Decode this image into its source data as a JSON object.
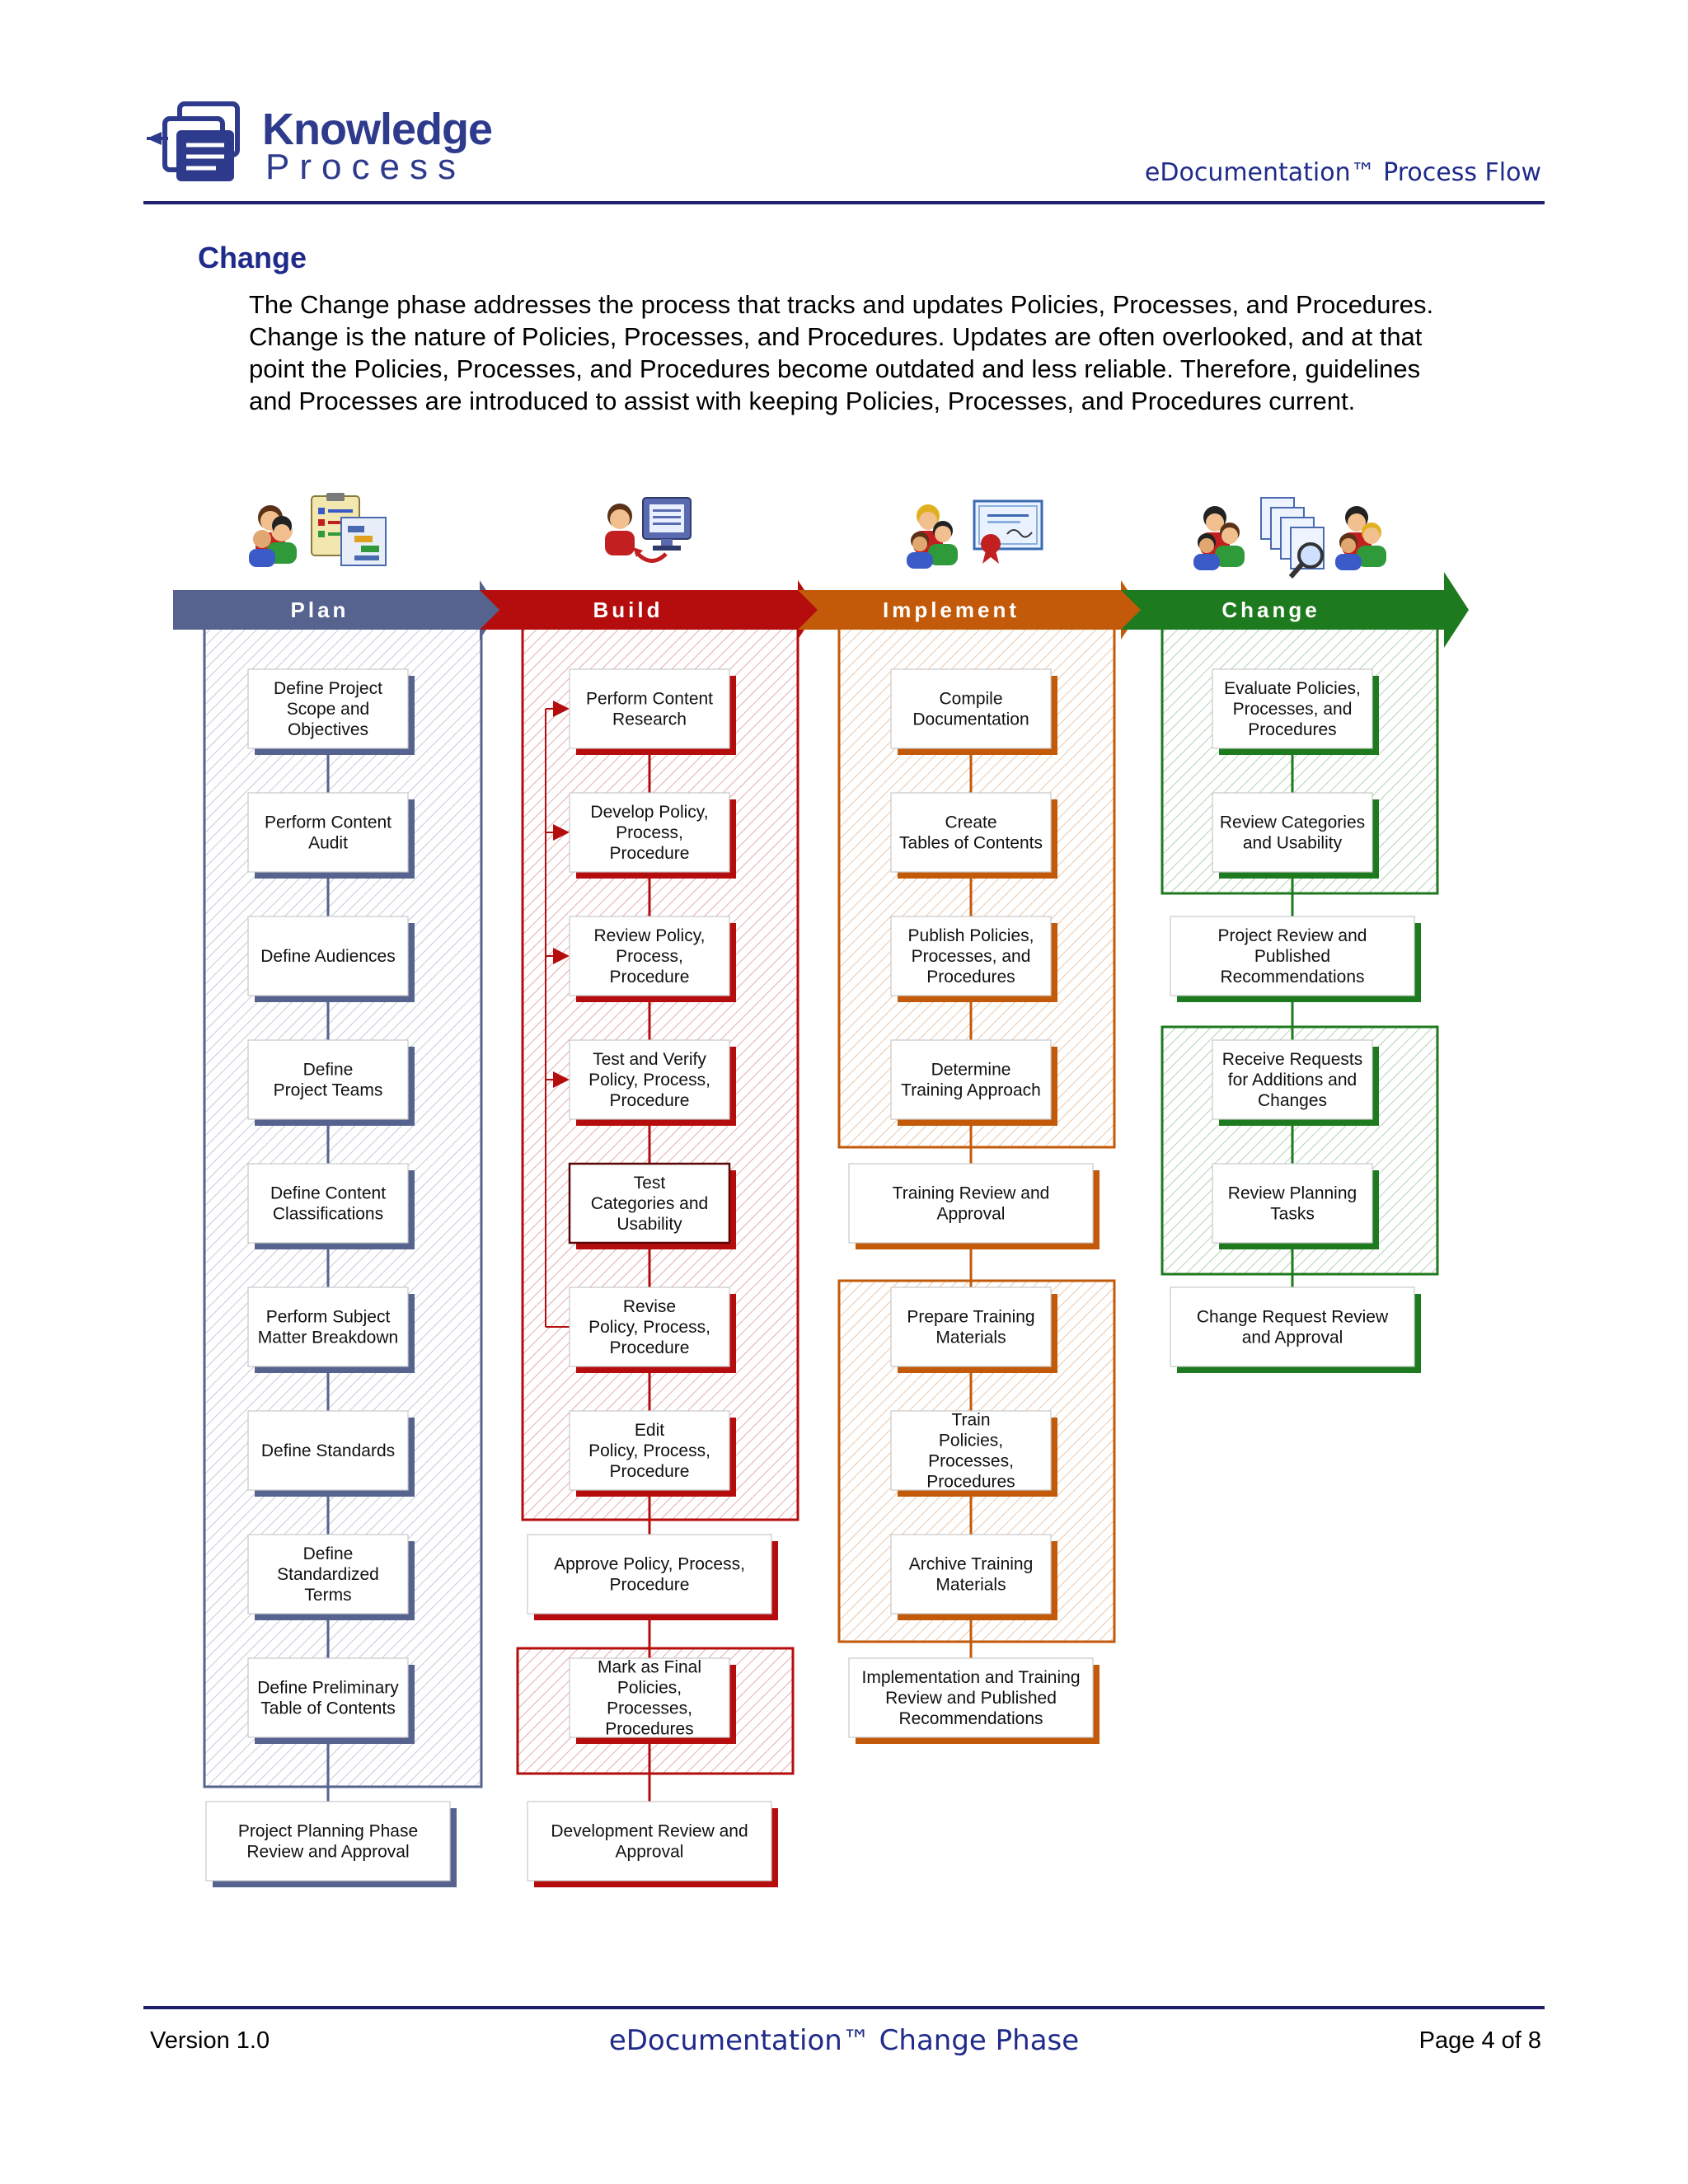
{
  "header": {
    "logo_line1": "Knowledge",
    "logo_line2": "Process",
    "doc_title": "eDocumentation™ Process Flow"
  },
  "section": {
    "title": "Change",
    "intro": [
      "The Change phase addresses the process that tracks and updates Policies, Processes, and Procedures.",
      "Change is the nature of Policies, Processes, and Procedures.  Updates are often overlooked, and at that",
      "point the Policies, Processes, and Procedures become outdated and less reliable.  Therefore, guidelines",
      "and Processes are introduced to assist with keeping Policies, Processes, and Procedures current."
    ]
  },
  "colors": {
    "plan": "#56638f",
    "build": "#b50d0d",
    "implement": "#c25a09",
    "change": "#1e7a1e"
  },
  "phases": [
    {
      "label": "Plan",
      "icons": [
        "people-icon",
        "clipboard-chart-icon"
      ],
      "steps": [
        [
          "Define Project",
          "Scope and",
          "Objectives"
        ],
        [
          "Perform Content",
          "Audit"
        ],
        [
          "Define Audiences"
        ],
        [
          "Define",
          "Project Teams"
        ],
        [
          "Define Content",
          "Classifications"
        ],
        [
          "Perform Subject",
          "Matter Breakdown"
        ],
        [
          "Define Standards"
        ],
        [
          "Define",
          "Standardized",
          "Terms"
        ],
        [
          "Define Preliminary",
          "Table of Contents"
        ],
        [
          "Project Planning Phase",
          "Review and Approval"
        ]
      ]
    },
    {
      "label": "Build",
      "icons": [
        "person-computer-icon"
      ],
      "steps": [
        [
          "Perform Content",
          "Research"
        ],
        [
          "Develop Policy,",
          "Process,",
          "Procedure"
        ],
        [
          "Review Policy,",
          "Process,",
          "Procedure"
        ],
        [
          "Test and Verify",
          "Policy, Process,",
          "Procedure"
        ],
        [
          "Test",
          "Categories and",
          "Usability"
        ],
        [
          "Revise",
          "Policy, Process,",
          "Procedure"
        ],
        [
          "Edit",
          "Policy, Process,",
          "Procedure"
        ],
        [
          "Approve  Policy, Process,",
          "Procedure"
        ],
        [
          "Mark as Final",
          "Policies,",
          "Processes,",
          "Procedures"
        ],
        [
          "Development Review and",
          "Approval"
        ]
      ]
    },
    {
      "label": "Implement",
      "icons": [
        "people-icon",
        "certificate-icon"
      ],
      "steps": [
        [
          "Compile",
          "Documentation"
        ],
        [
          "Create",
          "Tables of Contents"
        ],
        [
          "Publish Policies,",
          "Processes, and",
          "Procedures"
        ],
        [
          "Determine",
          "Training Approach"
        ],
        [
          "Training Review and",
          "Approval"
        ],
        [
          "Prepare Training",
          "Materials"
        ],
        [
          "Train",
          "Policies,",
          "Processes,",
          "Procedures"
        ],
        [
          "Archive Training",
          "Materials"
        ],
        [
          "Implementation and Training",
          "Review and  Published",
          "Recommendations"
        ]
      ]
    },
    {
      "label": "Change",
      "icons": [
        "people-icon",
        "documents-search-icon",
        "people-icon"
      ],
      "steps": [
        [
          "Evaluate Policies,",
          "Processes, and",
          "Procedures"
        ],
        [
          "Review Categories",
          "and Usability"
        ],
        [
          "Project Review and",
          "Published",
          "Recommendations"
        ],
        [
          "Receive Requests",
          "for Additions and",
          "Changes"
        ],
        [
          "Review Planning",
          "Tasks"
        ],
        [
          "Change Request Review",
          "and Approval"
        ]
      ]
    }
  ],
  "footer": {
    "version": "Version 1.0",
    "title": "eDocumentation™ Change Phase",
    "page": "Page 4 of 8"
  }
}
